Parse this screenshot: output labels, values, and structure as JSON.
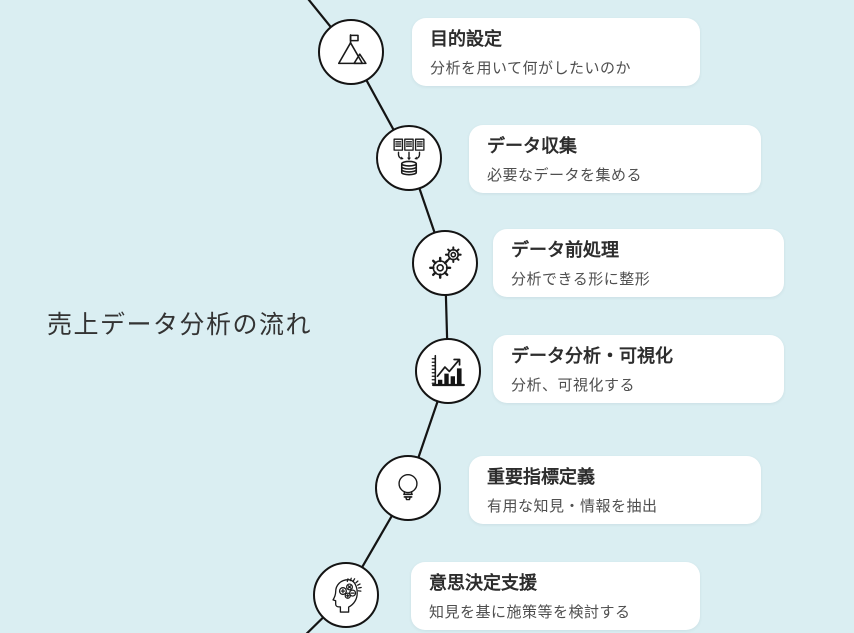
{
  "title": "売上データ分析の流れ",
  "steps": [
    {
      "title": "目的設定",
      "desc": "分析を用いて何がしたいのか",
      "icon": "mountain-flag-icon"
    },
    {
      "title": "データ収集",
      "desc": "必要なデータを集める",
      "icon": "data-collection-icon"
    },
    {
      "title": "データ前処理",
      "desc": "分析できる形に整形",
      "icon": "gears-icon"
    },
    {
      "title": "データ分析・可視化",
      "desc": "分析、可視化する",
      "icon": "bar-chart-growth-icon"
    },
    {
      "title": "重要指標定義",
      "desc": "有用な知見・情報を抽出",
      "icon": "lightbulb-icon"
    },
    {
      "title": "意思決定支援",
      "desc": "知見を基に施策等を検討する",
      "icon": "thinking-head-icon"
    }
  ],
  "colors": {
    "background": "#daeef2",
    "card": "#ffffff",
    "line": "#141414",
    "title_text": "#333333",
    "step_title": "#2d2d2d",
    "step_desc": "#4f4f4f"
  }
}
